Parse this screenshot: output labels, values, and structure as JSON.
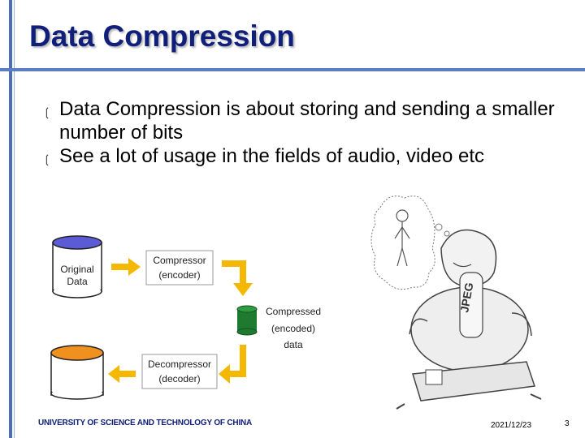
{
  "slide": {
    "title": "Data Compression",
    "bullets": [
      "Data Compression is about storing and sending a smaller number of bits",
      "See a lot of usage in the fields of audio, video etc"
    ]
  },
  "diagram": {
    "original_line1": "Original",
    "original_line2": "Data",
    "compressor_line1": "Compressor",
    "compressor_line2": "(encoder)",
    "compressed_line1": "Compressed",
    "compressed_line2": "(encoded)",
    "compressed_line3": "data",
    "decompressor_line1": "Decompressor",
    "decompressor_line2": "(decoder)",
    "colors": {
      "original_top": "#5b5bd6",
      "compressed": "#1e7a2e",
      "decompressed_top": "#f0901e",
      "arrow": "#f5b800"
    }
  },
  "cartoon": {
    "jpeg_label": "JPEG"
  },
  "footer": {
    "university": "UNIVERSITY OF SCIENCE AND TECHNOLOGY OF CHINA",
    "date": "2021/12/23",
    "page": "3"
  }
}
